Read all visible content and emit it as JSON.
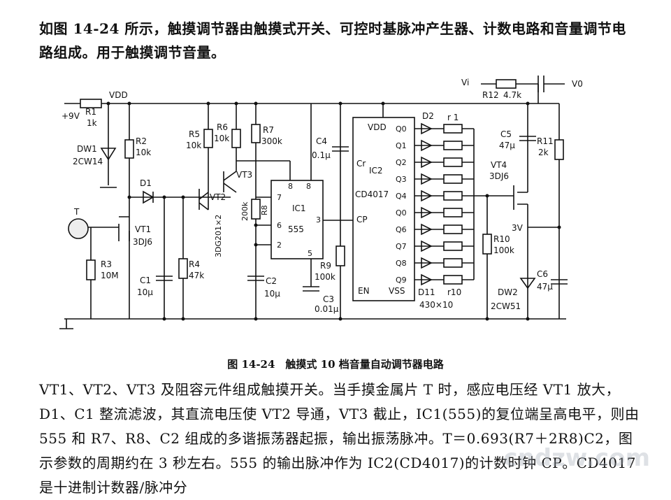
{
  "intro_text": "如图 14-24 所示，触摸调节器由触摸式开关、可控时基脉冲产生器、计数电路和音量调节电路组成。用于触摸调节音量。",
  "figure": {
    "caption": "图 14-24　触摸式 10 档音量自动调节器电路",
    "labels": {
      "vdd": "VDD",
      "plus9v": "+9V",
      "r1": "R1",
      "r1_val": "1k",
      "dw1": "DW1",
      "dw1_part": "2CW14",
      "r2": "R2",
      "r2_val": "10k",
      "d1": "D1",
      "t": "T",
      "vt1": "VT1",
      "vt1_part": "3DJ6",
      "r3": "R3",
      "r3_val": "10M",
      "c1": "C1",
      "c1_val": "10μ",
      "r4": "R4",
      "r4_val": "47k",
      "r5": "R5",
      "r5_val": "10k",
      "r6": "R6",
      "r6_val": "10k",
      "vt2": "VT2",
      "vt2_part": "3DG201×2",
      "vt3": "VT3",
      "r7": "R7",
      "r7_val": "300k",
      "r8": "R8",
      "r8_val": "200k",
      "ic1": "IC1",
      "ic1_part": "555",
      "pin7": "7",
      "pin8": "8",
      "pin6": "6",
      "pin2": "2",
      "pin3": "3",
      "pin5": "5",
      "c2": "C2",
      "c2_val": "10μ",
      "c3": "C3",
      "c3_val": "0.01μ",
      "c4": "C4",
      "c4_val": "0.1μ",
      "r9": "R9",
      "r9_val": "100k",
      "ic2": "IC2",
      "ic2_part": "CD4017",
      "cr": "Cr",
      "cp": "CP",
      "en": "EN",
      "vss": "VSS",
      "outputs": [
        "Q0",
        "Q1",
        "Q2",
        "Q3",
        "Q4",
        "Q0",
        "Q6",
        "Q7",
        "Q8",
        "Q9"
      ],
      "d2": "D2",
      "r_1": "r 1",
      "d11": "D11",
      "r10_small": "r10",
      "diode_array": "430×10",
      "vi": "Vi",
      "vo": "V0",
      "r12": "R12",
      "r12_val": "4.7k",
      "c5": "C5",
      "c5_val": "47μ",
      "r11": "R11",
      "r11_val": "2k",
      "vt4": "VT4",
      "vt4_part": "3DJ6",
      "r10": "R10",
      "r10_val": "100k",
      "v3": "3V",
      "c6": "C6",
      "c6_val": "47μ",
      "dw2": "DW2",
      "dw2_part": "2CW51"
    }
  },
  "body_text": "VT1、VT2、VT3 及阻容元件组成触摸开关。当手摸金属片 T 时，感应电压经 VT1 放大，D1、C1 整流滤波，其直流电压使 VT2 导通，VT3 截止，IC1(555)的复位端呈高电平，则由 555 和 R7、R8、C2 组成的多谐振荡器起振，输出振荡脉冲。T＝0.693(R7＋2R8)C2，图示参数的周期约在 3 秒左右。555 的输出脉冲作为 IC2(CD4017)的计数时钟 CP。CD4017 是十进制计数器/脉冲分",
  "watermark": "cndzw.com"
}
